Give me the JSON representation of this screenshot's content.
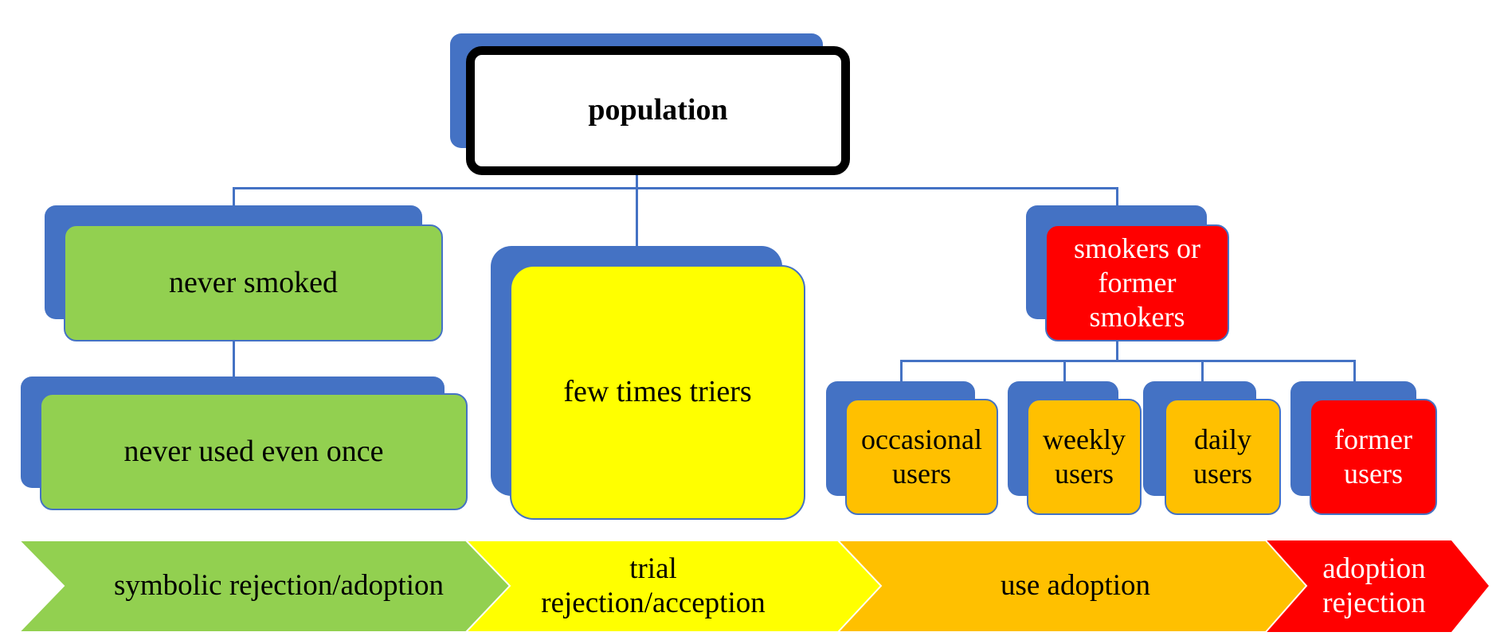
{
  "colors": {
    "shadow": "#4472C4",
    "connector": "#4472C4",
    "green": "#92D050",
    "yellow": "#FFFF00",
    "orange": "#FFC000",
    "red": "#FF0000",
    "root_border": "#000000"
  },
  "root": {
    "label": "population"
  },
  "level1": {
    "never_smoked": {
      "label": "never smoked"
    },
    "few_times_triers": {
      "label": "few times triers"
    },
    "smokers": {
      "label": "smokers or former smokers"
    }
  },
  "never_smoked_child": {
    "label": "never used even once"
  },
  "smoker_children": [
    {
      "label": "occasional users"
    },
    {
      "label": "weekly users"
    },
    {
      "label": "daily users"
    },
    {
      "label": "former users"
    }
  ],
  "stages": [
    {
      "label": "symbolic rejection/adoption",
      "color": "green"
    },
    {
      "label": "trial rejection/acception",
      "color": "yellow"
    },
    {
      "label": "use adoption",
      "color": "orange"
    },
    {
      "label": "adoption rejection",
      "color": "red"
    }
  ]
}
